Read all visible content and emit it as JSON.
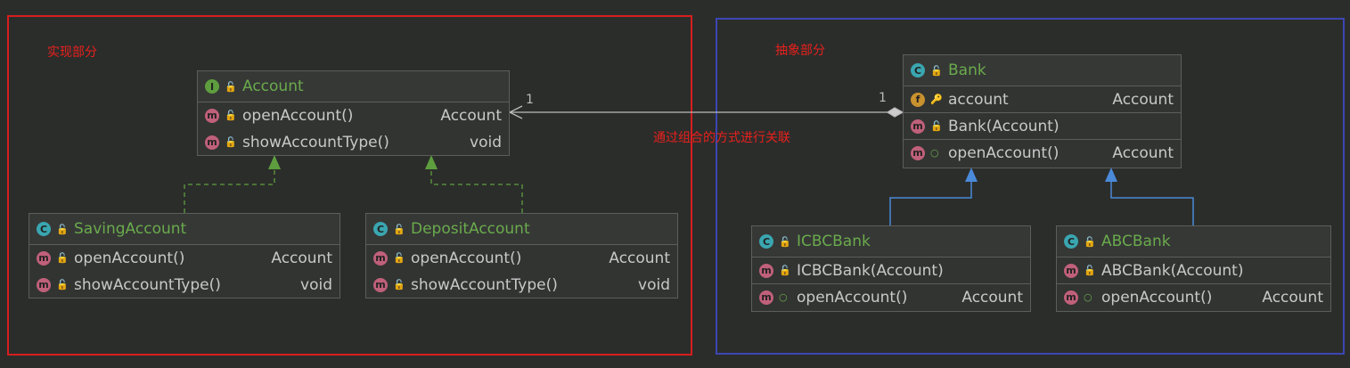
{
  "labels": {
    "impl": "实现部分",
    "abstract": "抽象部分",
    "assoc": "通过组合的方式进行关联"
  },
  "multiplicity": {
    "left": "1",
    "right": "1"
  },
  "classes": {
    "account": {
      "kind": "I",
      "name": "Account",
      "rows": [
        {
          "k": "m",
          "v": "🔓",
          "n": "openAccount()",
          "t": "Account"
        },
        {
          "k": "m",
          "v": "🔓",
          "n": "showAccountType()",
          "t": "void"
        }
      ]
    },
    "saving": {
      "kind": "C",
      "name": "SavingAccount",
      "rows": [
        {
          "k": "m",
          "v": "🔓",
          "n": "openAccount()",
          "t": "Account"
        },
        {
          "k": "m",
          "v": "🔓",
          "n": "showAccountType()",
          "t": "void"
        }
      ]
    },
    "deposit": {
      "kind": "C",
      "name": "DepositAccount",
      "rows": [
        {
          "k": "m",
          "v": "🔓",
          "n": "openAccount()",
          "t": "Account"
        },
        {
          "k": "m",
          "v": "🔓",
          "n": "showAccountType()",
          "t": "void"
        }
      ]
    },
    "bank": {
      "kind": "C",
      "name": "Bank",
      "rows": [
        {
          "k": "f",
          "v": "🔑",
          "n": "account",
          "t": "Account"
        },
        {
          "k": "m",
          "v": "🔓",
          "n": "Bank(Account)",
          "t": ""
        },
        {
          "k": "m",
          "v": "○",
          "n": "openAccount()",
          "t": "Account"
        }
      ]
    },
    "icbc": {
      "kind": "C",
      "name": "ICBCBank",
      "rows": [
        {
          "k": "m",
          "v": "🔓",
          "n": "ICBCBank(Account)",
          "t": ""
        },
        {
          "k": "m",
          "v": "○",
          "n": "openAccount()",
          "t": "Account"
        }
      ]
    },
    "abc": {
      "kind": "C",
      "name": "ABCBank",
      "rows": [
        {
          "k": "m",
          "v": "🔓",
          "n": "ABCBank(Account)",
          "t": ""
        },
        {
          "k": "m",
          "v": "○",
          "n": "openAccount()",
          "t": "Account"
        }
      ]
    }
  }
}
